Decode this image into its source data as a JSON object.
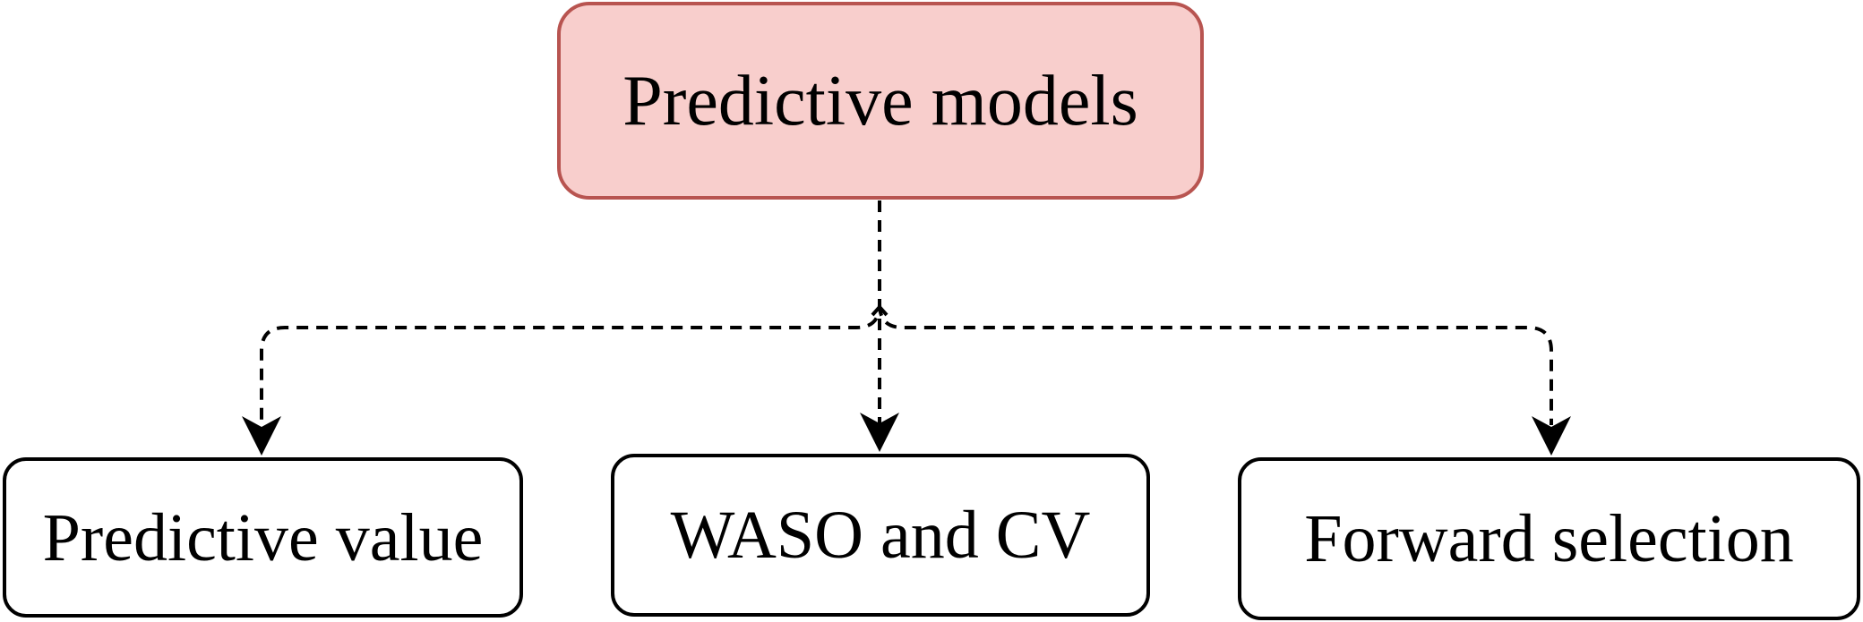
{
  "diagram": {
    "root": {
      "label": "Predictive models",
      "fill": "#f8cecc",
      "stroke": "#b85450"
    },
    "children": [
      {
        "label": "Predictive value"
      },
      {
        "label": "WASO and CV"
      },
      {
        "label": "Forward selection"
      }
    ],
    "edge_style": "dashed",
    "edge_color": "#000000"
  }
}
